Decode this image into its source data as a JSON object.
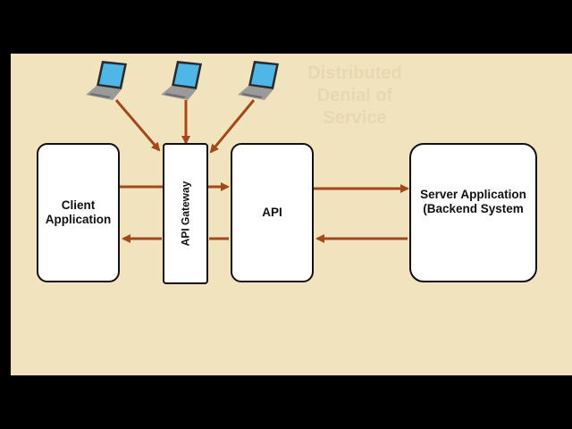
{
  "diagram": {
    "title_lines": [
      "Distributed",
      "Denial of",
      "Service"
    ],
    "client_lines": [
      "Client",
      "Application"
    ],
    "gateway_label": "API Gateway",
    "api_label": "API",
    "server_lines": [
      "Server Application",
      "(Backend System"
    ]
  },
  "icons": [
    "laptop-icon",
    "laptop-icon",
    "laptop-icon"
  ],
  "colors": {
    "background": "#f2e3bf",
    "arrow": "#a2481a",
    "laptop_screen": "#4fb6e8",
    "laptop_body": "#8a8a8a",
    "title_text": "#e6d8b0"
  }
}
